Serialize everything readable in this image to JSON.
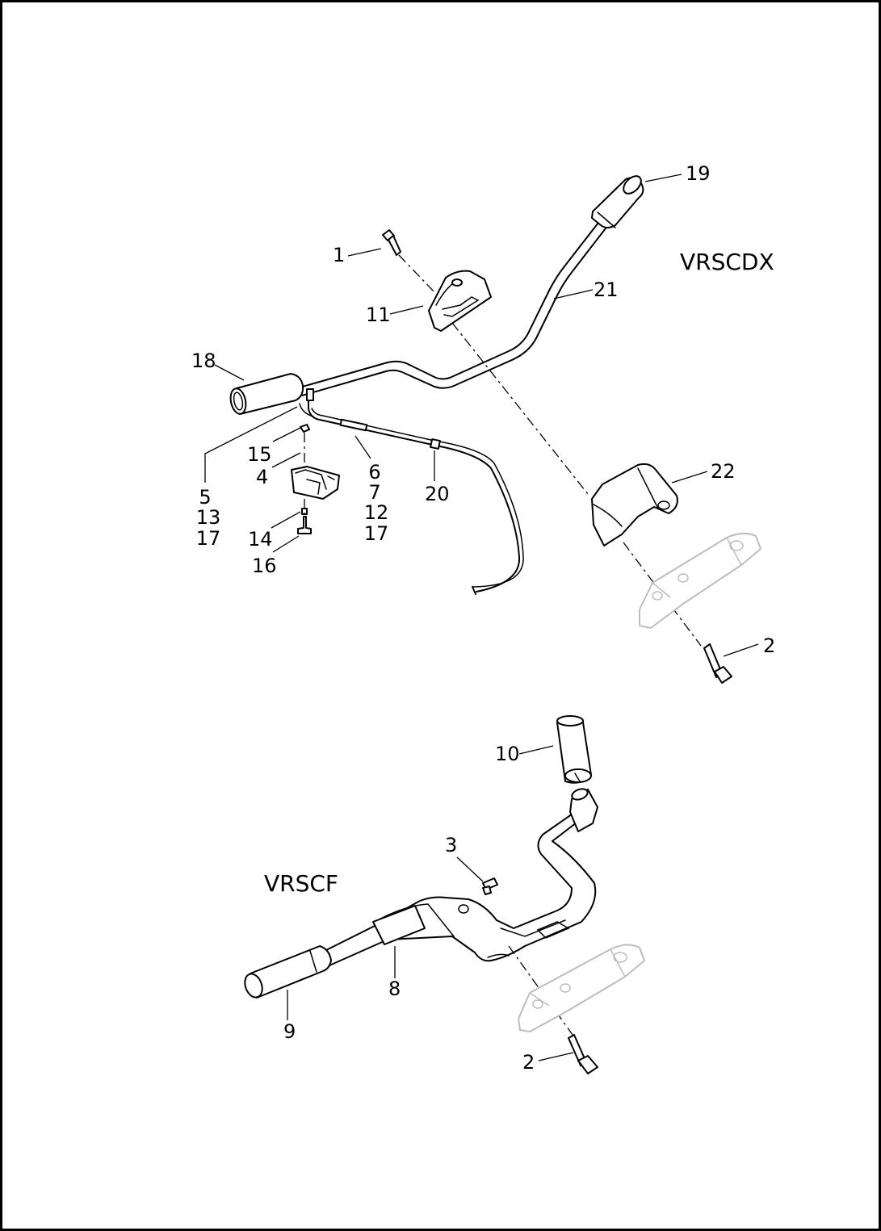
{
  "diagram": {
    "models": {
      "upper": "VRSCDX",
      "lower": "VRSCF"
    },
    "callouts": {
      "c1": "1",
      "c11": "11",
      "c18": "18",
      "c19": "19",
      "c21": "21",
      "c22": "22",
      "c15": "15",
      "c4": "4",
      "c5": "5",
      "c13": "13",
      "c17a": "17",
      "c14": "14",
      "c16": "16",
      "c6": "6",
      "c7": "7",
      "c12": "12",
      "c17b": "17",
      "c20": "20",
      "c2a": "2",
      "c10": "10",
      "c3": "3",
      "c8": "8",
      "c9": "9",
      "c2b": "2"
    }
  }
}
